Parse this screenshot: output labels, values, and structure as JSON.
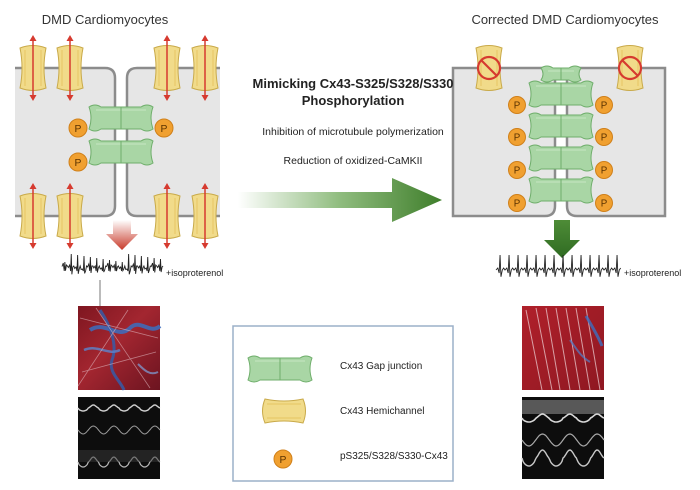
{
  "left_panel": {
    "title": "DMD Cardiomyocytes",
    "drug_label": "+isoproterenol"
  },
  "right_panel": {
    "title": "Corrected DMD Cardiomyocytes",
    "drug_label": "+isoproterenol"
  },
  "mechanism": {
    "title": "Mimicking Cx43-S325/S328/S330 Phosphorylation",
    "steps": [
      "Inhibition of microtubule polymerization",
      "Reduction of oxidized-CaMKII"
    ]
  },
  "phospho_symbol": "P",
  "legend": {
    "gap_junction": "Cx43 Gap junction",
    "hemichannel": "Cx43 Hemichannel",
    "phospho": "pS325/S328/S330-Cx43"
  },
  "colors": {
    "cell_fill": "#e6e6e6",
    "membrane": "#8c8c8c",
    "gap_junction": "#a9d6a5",
    "hemichannel": "#f1db8a",
    "phospho": "#f0a030",
    "block": "#d63a2f",
    "arrow_green": "#3f7e2b",
    "arrow_red": "#c83a2a",
    "legend_border": "#9bb0c8"
  }
}
